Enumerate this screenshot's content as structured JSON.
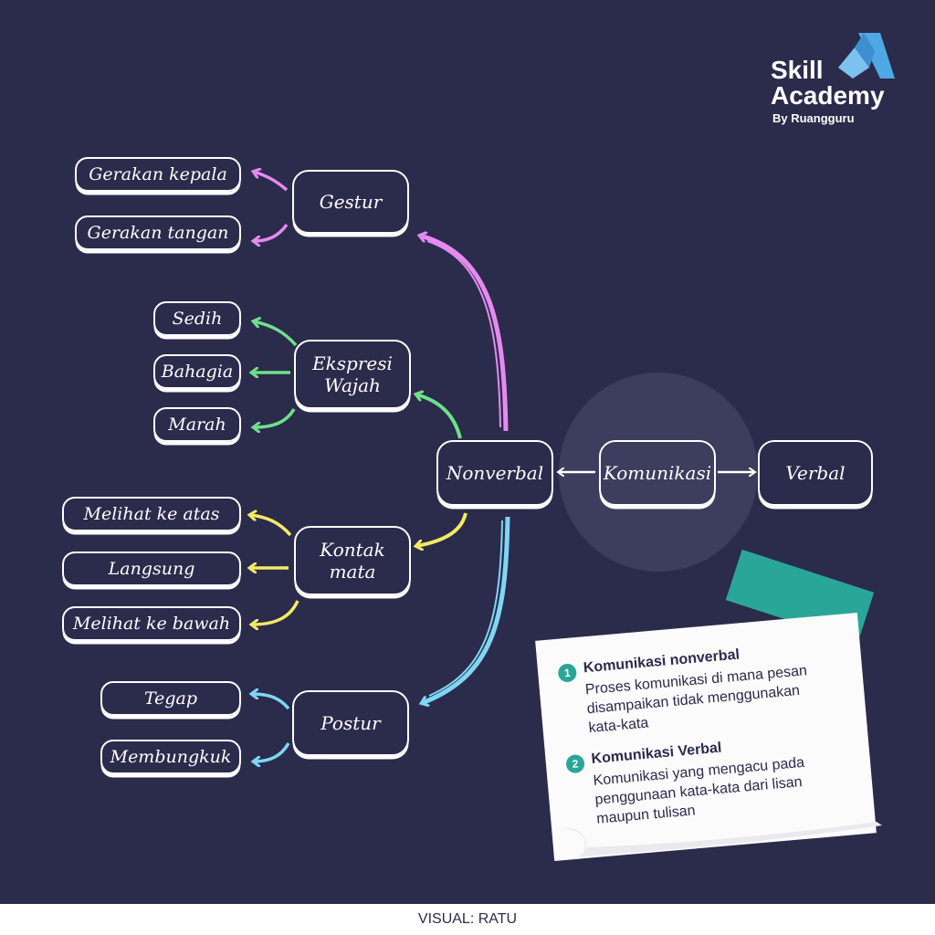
{
  "brand": {
    "line1": "Skill",
    "line2": "Academy",
    "line3": "By Ruangguru",
    "accent": "#4fa8e6"
  },
  "colors": {
    "background": "#2b2b4c",
    "gestur": "#e58af0",
    "ekspresi": "#6ee08a",
    "kontak": "#f2ea66",
    "postur": "#7fd6f2",
    "teal": "#2aa699"
  },
  "nodes": {
    "komunikasi": "Komunikasi",
    "verbal": "Verbal",
    "nonverbal": "Nonverbal",
    "gestur": "Gestur",
    "ekspresi": "Ekspresi\nWajah",
    "kontak": "Kontak\nmata",
    "postur": "Postur",
    "gerakan_kepala": "Gerakan kepala",
    "gerakan_tangan": "Gerakan tangan",
    "sedih": "Sedih",
    "bahagia": "Bahagia",
    "marah": "Marah",
    "melihat_atas": "Melihat ke atas",
    "langsung": "Langsung",
    "melihat_bawah": "Melihat ke bawah",
    "tegap": "Tegap",
    "membungkuk": "Membungkuk"
  },
  "note": {
    "items": [
      {
        "number": "1",
        "title": "Komunikasi nonverbal",
        "description": "Proses komunikasi di mana pesan disampaikan tidak menggunakan kata-kata"
      },
      {
        "number": "2",
        "title": "Komunikasi Verbal",
        "description": "Komunikasi yang mengacu pada penggunaan kata-kata dari lisan maupun tulisan"
      }
    ]
  },
  "footer": {
    "credit": "VISUAL: RATU"
  }
}
